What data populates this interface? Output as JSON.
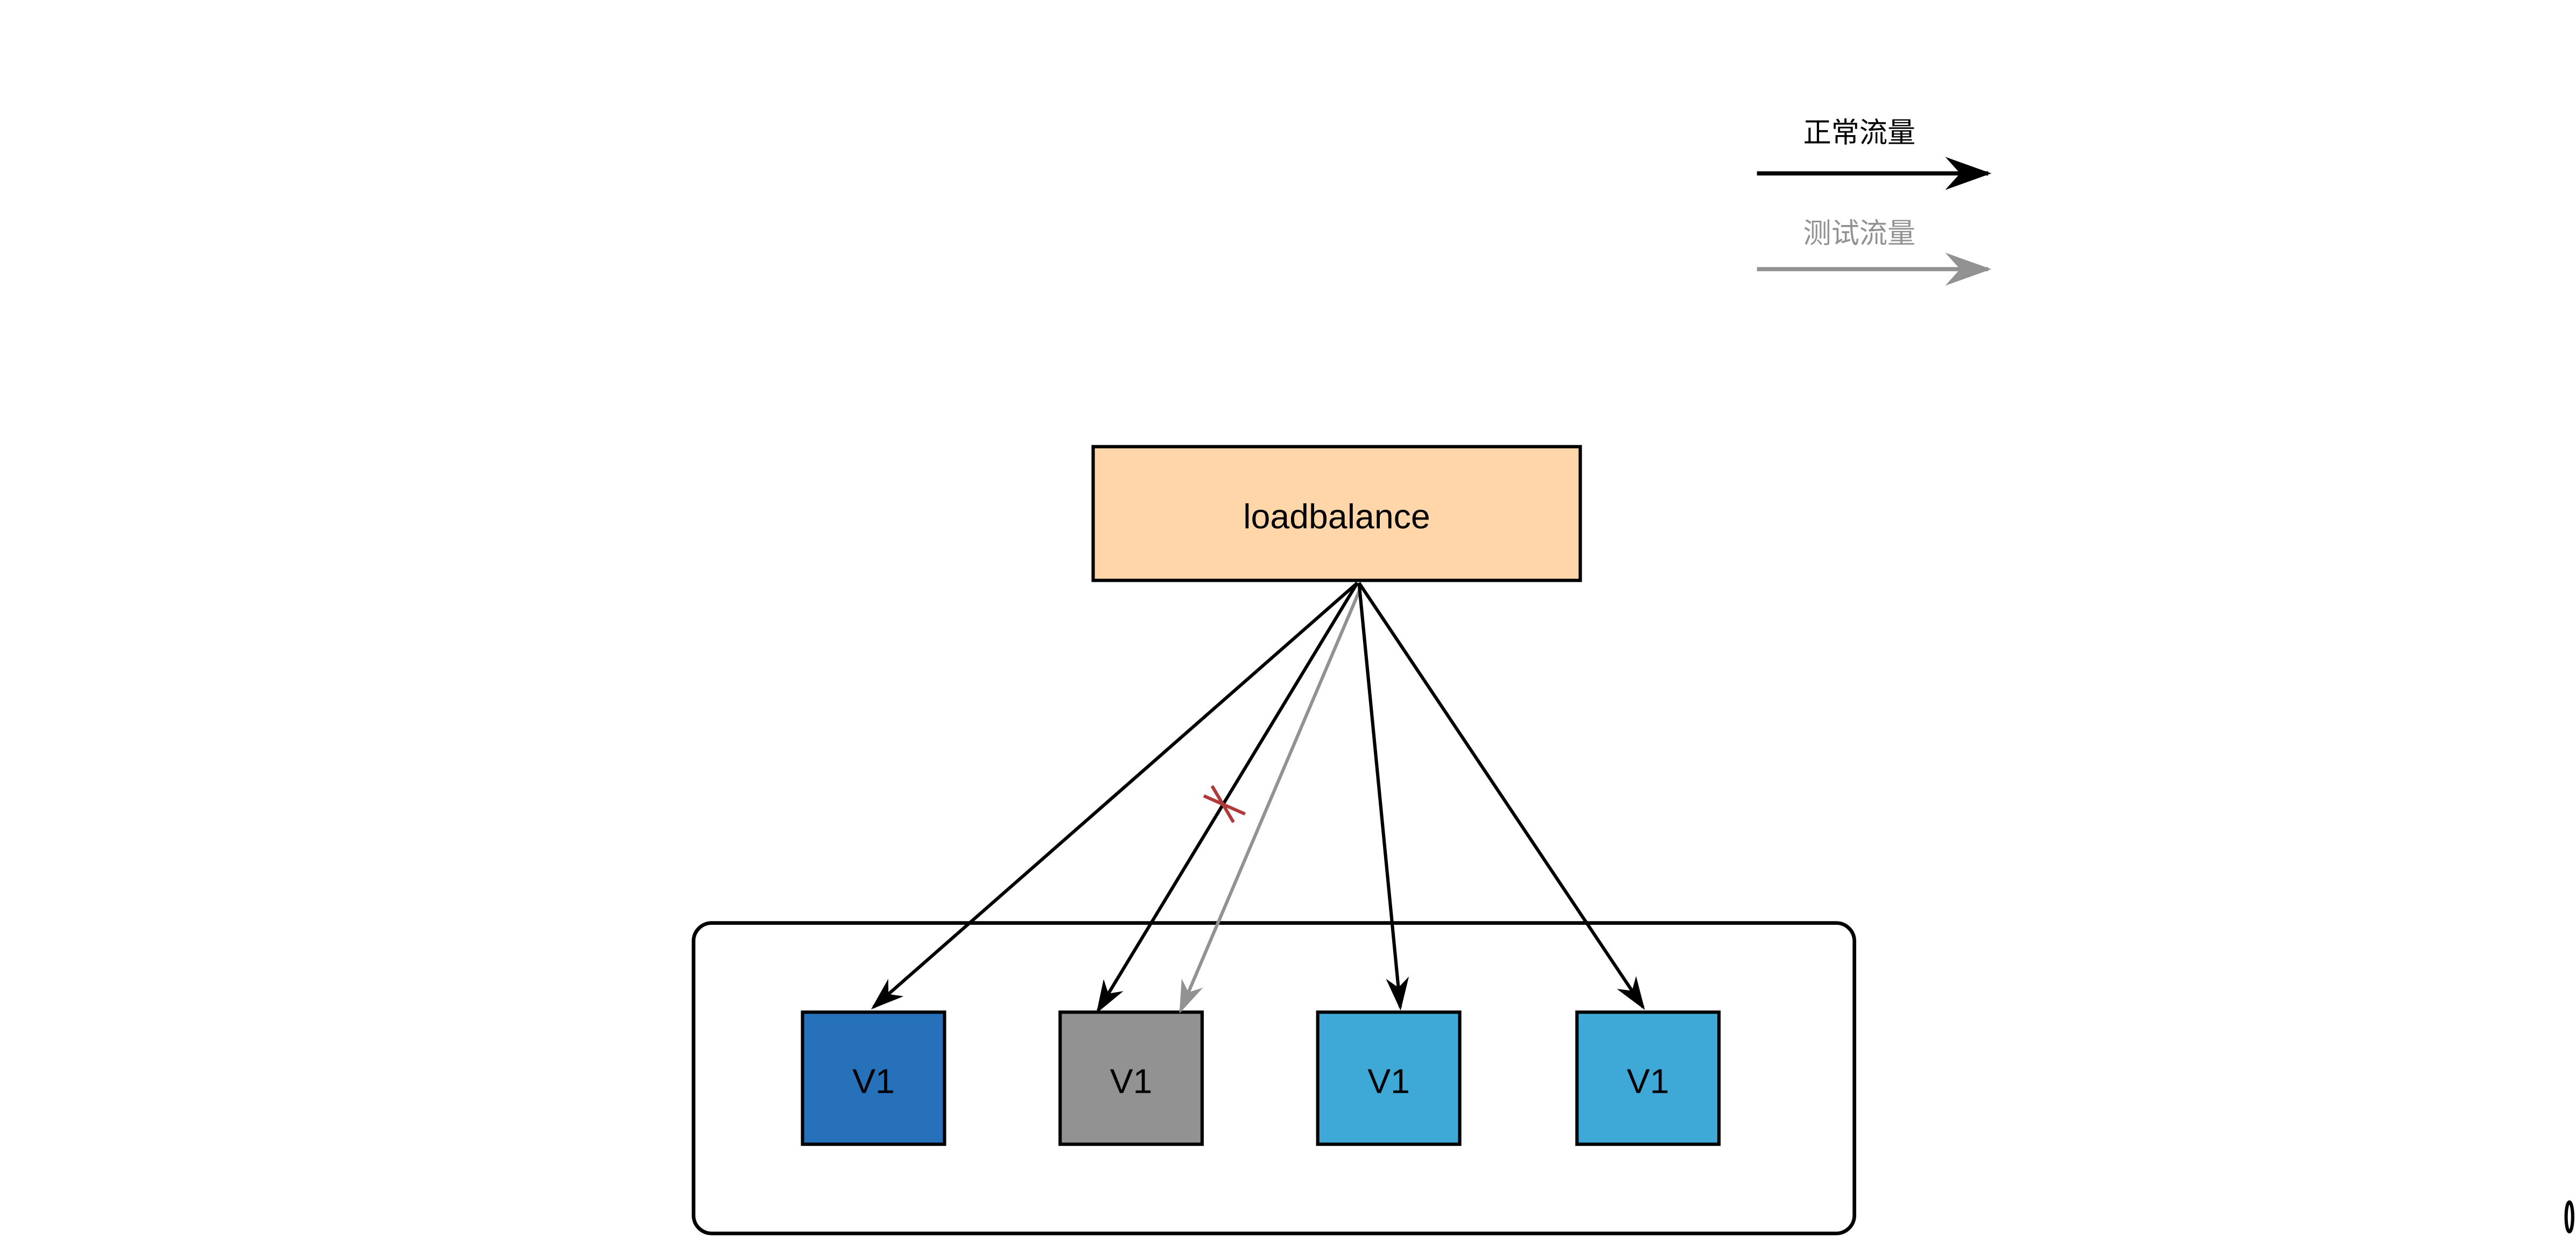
{
  "legend": {
    "normal_label": "正常流量",
    "test_label": "测试流量",
    "normal_color": "#000000",
    "test_color": "#929292"
  },
  "loadbalancer": {
    "label": "loadbalance",
    "color": "#FFD5AA"
  },
  "instances": [
    {
      "label": "V1",
      "color": "#2770BA"
    },
    {
      "label": "V1",
      "color": "#929292"
    },
    {
      "label": "V1",
      "color": "#3EA9D6"
    },
    {
      "label": "V1",
      "color": "#3EA9D6"
    }
  ],
  "blocked_marker": {
    "symbol": "×",
    "color": "#B03A3A"
  },
  "corner_mark": "0"
}
